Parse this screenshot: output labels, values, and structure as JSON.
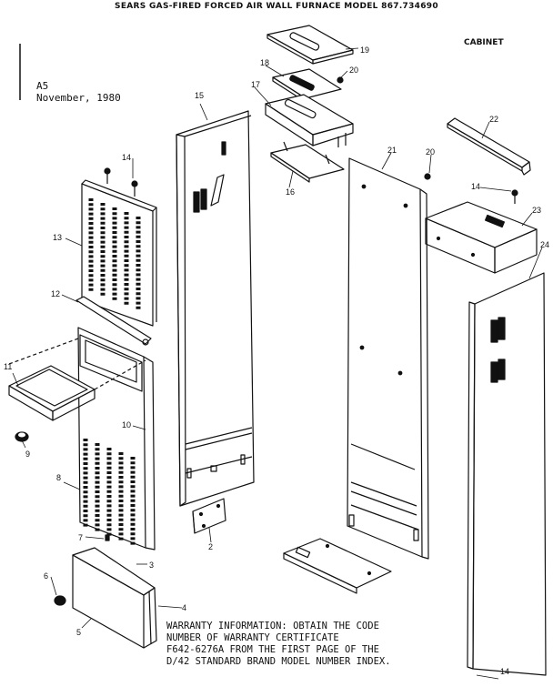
{
  "title": "SEARS GAS-FIRED FORCED AIR WALL FURNACE MODEL 867.734690",
  "section": "CABINET",
  "revision": {
    "code": "A5",
    "date": "November, 1980"
  },
  "part_labels": {
    "p2": "2",
    "p3": "3",
    "p4": "4",
    "p5": "5",
    "p6": "6",
    "p7": "7",
    "p8": "8",
    "p9": "9",
    "p10": "10",
    "p11": "11",
    "p12": "12",
    "p13": "13",
    "p14a": "14",
    "p14b": "14",
    "p14c": "14",
    "p15": "15",
    "p16": "16",
    "p17": "17",
    "p18": "18",
    "p19": "19",
    "p20a": "20",
    "p20b": "20",
    "p21": "21",
    "p22": "22",
    "p23": "23",
    "p24": "24"
  },
  "warranty": {
    "line1": "WARRANTY INFORMATION:  OBTAIN THE CODE",
    "line2": "NUMBER OF WARRANTY CERTIFICATE",
    "line3": "F642-6276A FROM THE FIRST PAGE OF THE",
    "line4": "D/42 STANDARD BRAND MODEL NUMBER INDEX."
  }
}
